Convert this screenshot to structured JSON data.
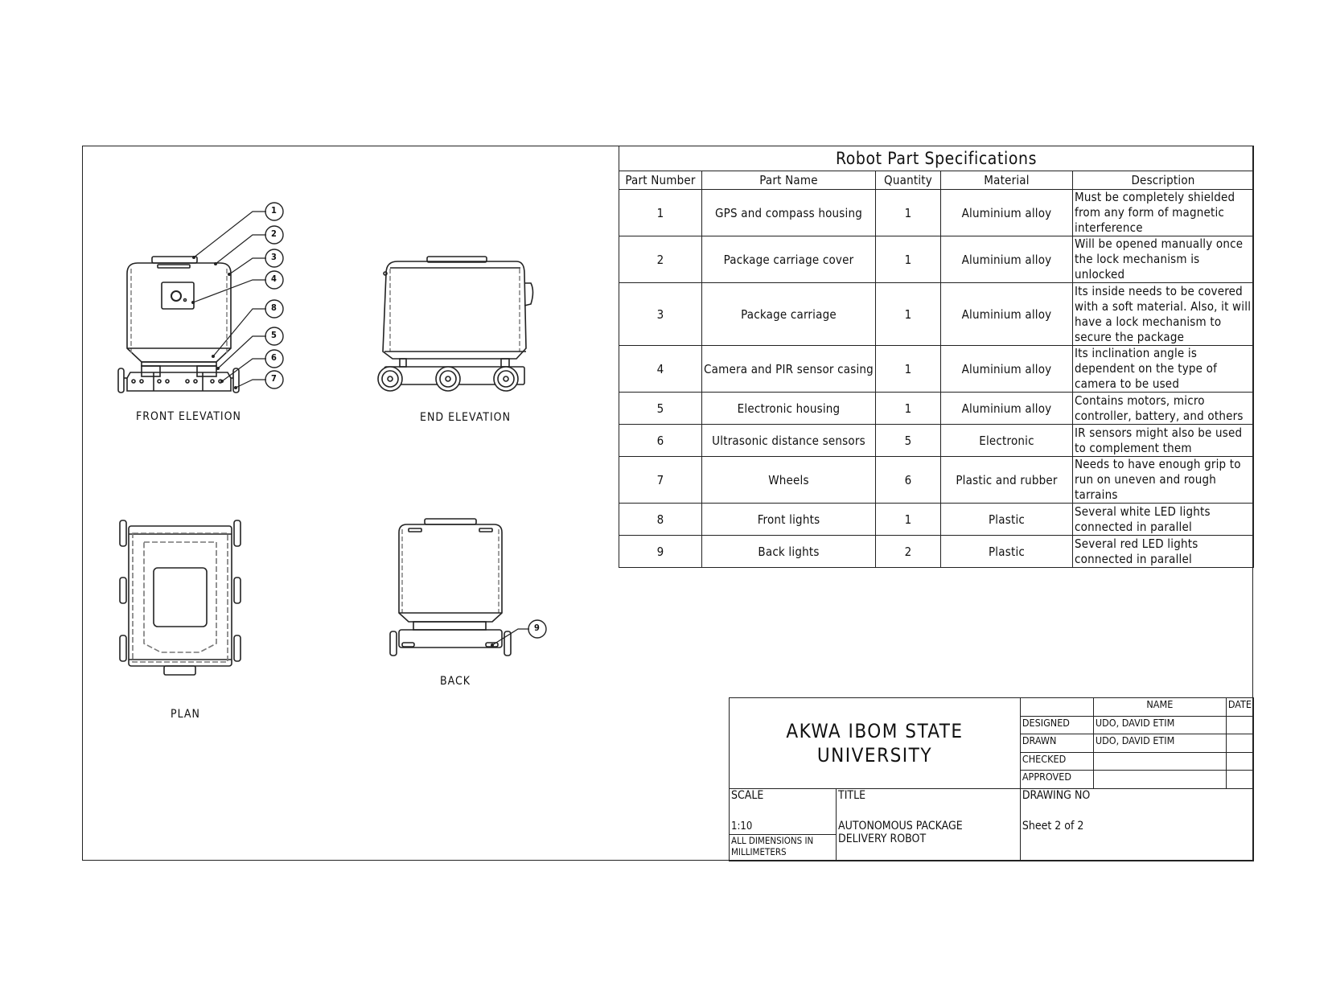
{
  "spec_table": {
    "title": "Robot Part Specifications",
    "headers": [
      "Part Number",
      "Part Name",
      "Quantity",
      "Material",
      "Description"
    ],
    "rows": [
      {
        "part_number": "1",
        "part_name": "GPS and compass housing",
        "quantity": "1",
        "material": "Aluminium alloy",
        "description": "Must be completely shielded from any form of magnetic interference"
      },
      {
        "part_number": "2",
        "part_name": "Package carriage cover",
        "quantity": "1",
        "material": "Aluminium alloy",
        "description": "Will be opened manually once the lock mechanism is unlocked"
      },
      {
        "part_number": "3",
        "part_name": "Package carriage",
        "quantity": "1",
        "material": "Aluminium alloy",
        "description": "Its inside needs to be covered with a soft material. Also, it will have a lock mechanism to secure the package"
      },
      {
        "part_number": "4",
        "part_name": "Camera and PIR sensor casing",
        "quantity": "1",
        "material": "Aluminium alloy",
        "description": "Its inclination angle is dependent on the type of camera to be used"
      },
      {
        "part_number": "5",
        "part_name": "Electronic housing",
        "quantity": "1",
        "material": "Aluminium alloy",
        "description": "Contains motors, micro controller, battery, and others"
      },
      {
        "part_number": "6",
        "part_name": "Ultrasonic distance sensors",
        "quantity": "5",
        "material": "Electronic",
        "description": "IR sensors might also be used to complement them"
      },
      {
        "part_number": "7",
        "part_name": "Wheels",
        "quantity": "6",
        "material": "Plastic and rubber",
        "description": "Needs to have enough grip to run on uneven and rough tarrains"
      },
      {
        "part_number": "8",
        "part_name": "Front lights",
        "quantity": "1",
        "material": "Plastic",
        "description": "Several white LED lights connected in parallel"
      },
      {
        "part_number": "9",
        "part_name": "Back lights",
        "quantity": "2",
        "material": "Plastic",
        "description": "Several red LED lights connected in parallel"
      }
    ]
  },
  "views": {
    "front_elevation": "FRONT ELEVATION",
    "end_elevation": "END ELEVATION",
    "plan": "PLAN",
    "back": "BACK"
  },
  "balloons": {
    "front": [
      "1",
      "2",
      "3",
      "4",
      "8",
      "5",
      "6",
      "7"
    ],
    "back": [
      "9"
    ]
  },
  "title_block": {
    "institution": "AKWA IBOM STATE UNIVERSITY",
    "name_header": "NAME",
    "date_header": "DATE",
    "roles": [
      {
        "role": "DESIGNED",
        "name": "UDO, DAVID ETIM",
        "date": ""
      },
      {
        "role": "DRAWN",
        "name": "UDO, DAVID ETIM",
        "date": ""
      },
      {
        "role": "CHECKED",
        "name": "",
        "date": ""
      },
      {
        "role": "APPROVED",
        "name": "",
        "date": ""
      }
    ],
    "scale_label": "SCALE",
    "scale_value": "1:10",
    "units_note": "ALL DIMENSIONS IN MILLIMETERS",
    "title_label": "TITLE",
    "title_value_line1": "AUTONOMOUS PACKAGE",
    "title_value_line2": "DELIVERY ROBOT",
    "drawing_no_label": "DRAWING NO",
    "sheet": "Sheet 2 of 2"
  }
}
